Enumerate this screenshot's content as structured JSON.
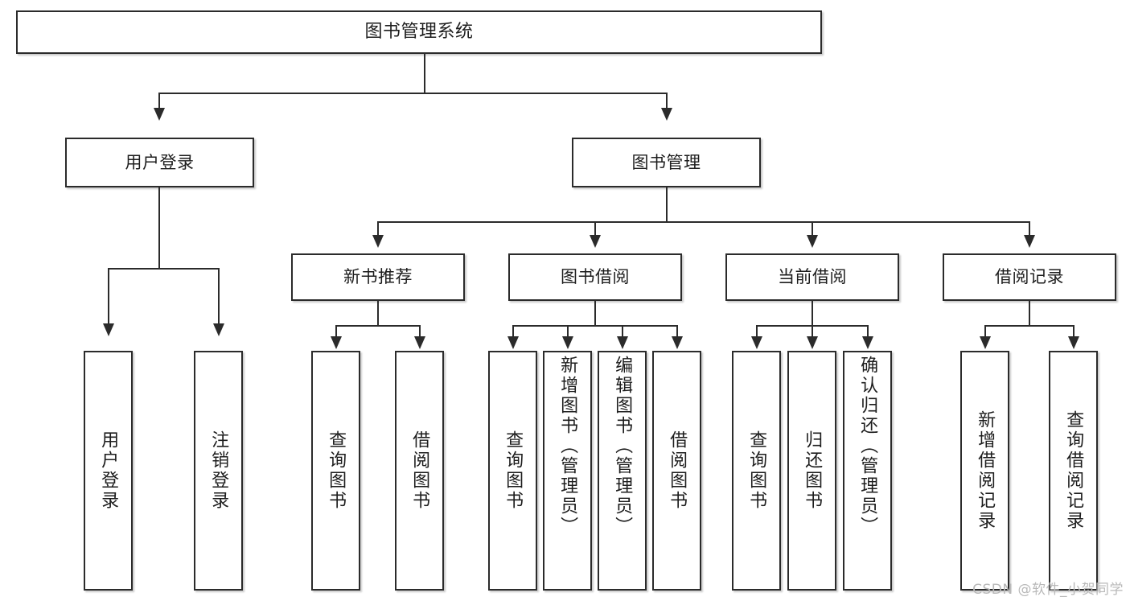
{
  "diagram": {
    "title": "图书管理系统",
    "type": "hierarchy-tree",
    "root": {
      "label": "图书管理系统"
    },
    "level2": [
      {
        "label": "用户登录"
      },
      {
        "label": "图书管理"
      }
    ],
    "level3": [
      {
        "label": "新书推荐"
      },
      {
        "label": "图书借阅"
      },
      {
        "label": "当前借阅"
      },
      {
        "label": "借阅记录"
      }
    ],
    "leaves": {
      "user_login": [
        {
          "label": "用户登录"
        },
        {
          "label": "注销登录"
        }
      ],
      "new_book_recommend": [
        {
          "label": "查询图书"
        },
        {
          "label": "借阅图书"
        }
      ],
      "book_borrow": [
        {
          "label": "查询图书"
        },
        {
          "label": "新增图书（管理员）"
        },
        {
          "label": "编辑图书（管理员）"
        },
        {
          "label": "借阅图书"
        }
      ],
      "current_borrow": [
        {
          "label": "查询图书"
        },
        {
          "label": "归还图书"
        },
        {
          "label": "确认归还（管理员）"
        }
      ],
      "borrow_record": [
        {
          "label": "新增借阅记录"
        },
        {
          "label": "查询借阅记录"
        }
      ]
    }
  },
  "watermark": {
    "text": "CSDN @软件_小贺同学"
  },
  "colors": {
    "stroke": "#2b2b2b",
    "fill": "#ffffff",
    "text": "#1d1d1d",
    "watermark": "#b9b9b9"
  }
}
